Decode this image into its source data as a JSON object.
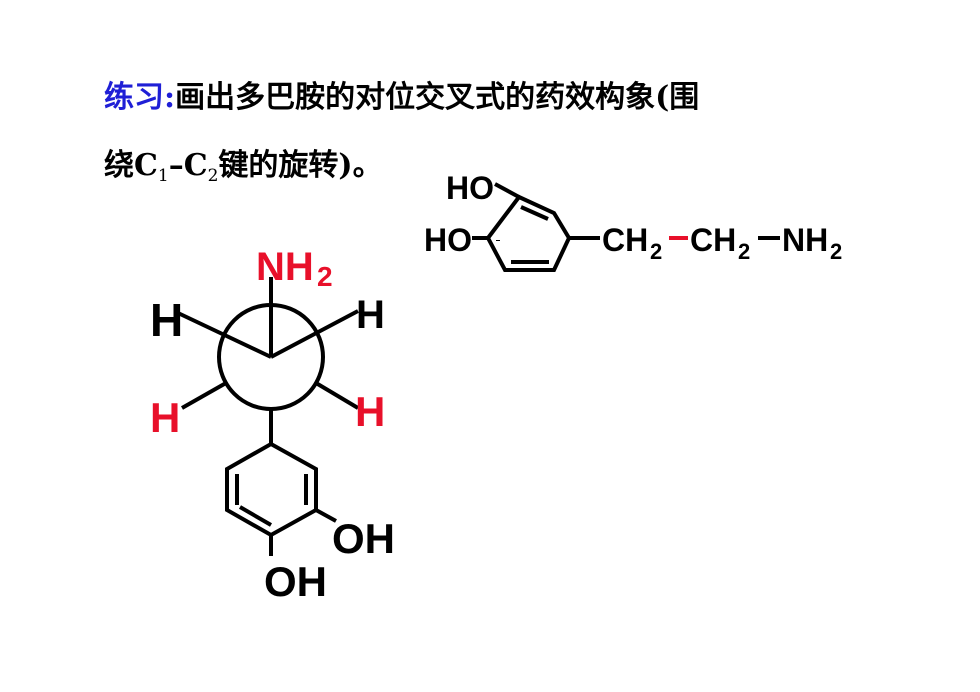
{
  "exercise": {
    "prefix": "练习:",
    "line1": "画出多巴胺的对位交叉式的药效构象(围",
    "line2_a": "绕C",
    "line2_sub1": "1",
    "line2_b": "–C",
    "line2_sub2": "2",
    "line2_c": "键的旋转)。"
  },
  "structure": {
    "ho_top": "HO",
    "ho_left": "HO",
    "ch2_1": "CH",
    "ch2_2": "CH",
    "nh": "NH",
    "sub2": "2"
  },
  "newman": {
    "nh": "NH",
    "sub2": "2",
    "h_top_left": "H",
    "h_top_right": "H",
    "h_bottom_left": "H",
    "h_bottom_right": "H",
    "oh_right": "OH",
    "oh_bottom": "OH"
  },
  "colors": {
    "prefix_blue": "#1f1fd6",
    "highlight_red": "#e8102a",
    "text_black": "#000000"
  }
}
